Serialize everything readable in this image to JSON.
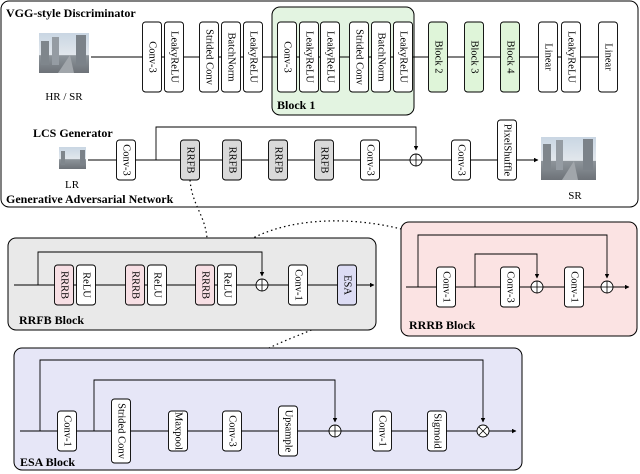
{
  "disc": {
    "title": "VGG-style Discriminator",
    "image_label": "HR / SR",
    "blocks": [
      "Conv-3",
      "LeakyReLU",
      "Strided Conv",
      "BatchNorm",
      "LeakyReLU",
      "Conv-3",
      "LeakyReLU",
      "LeakyReLU",
      "Strided Conv",
      "BatchNorm",
      "LeakyReLU",
      "Block 2",
      "Block 3",
      "Block 4",
      "Linear",
      "LeakyReLU",
      "Linear"
    ],
    "block1_label": "Block 1"
  },
  "gen": {
    "title": "LCS Generator",
    "lr_label": "LR",
    "sr_label": "SR",
    "blocks": [
      "Conv-3",
      "RRFB",
      "RRFB",
      "RRFB",
      "RRFB",
      "Conv-3",
      "Conv-3",
      "PixelShuffle"
    ],
    "gan_label": "Generative Adversarial Network"
  },
  "rrfb": {
    "title": "RRFB Block",
    "blocks": [
      "RRRB",
      "ReLU",
      "RRRB",
      "ReLU",
      "RRRB",
      "ReLU",
      "Conv-1",
      "ESA"
    ]
  },
  "rrrb": {
    "title": "RRRB Block",
    "blocks": [
      "Conv-1",
      "Conv-3",
      "Conv-1"
    ]
  },
  "esa": {
    "title": "ESA Block",
    "blocks": [
      "Conv-1",
      "Strided Conv",
      "Maxpool",
      "Conv-3",
      "Upsample",
      "Conv-1",
      "Sigmoid"
    ]
  },
  "colors": {
    "green_panel": "#e3f4e1",
    "green_block": "#dff5d9",
    "gray_panel": "#e9e9e9",
    "pink_panel": "#fbe3e3",
    "pink_block": "#f7dfe4",
    "purple_panel": "#e6e6f7",
    "purple_block": "#dcdcf4",
    "gray_block": "#d9d9d9"
  }
}
